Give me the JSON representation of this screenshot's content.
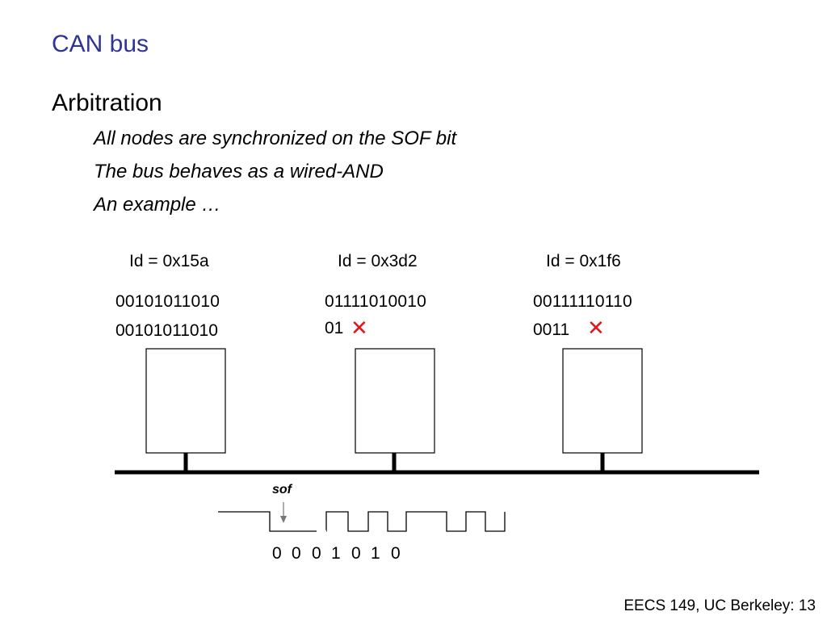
{
  "slide": {
    "title": "CAN bus",
    "heading": "Arbitration",
    "bullets": [
      "All nodes are synchronized on the SOF bit",
      "The bus behaves as a wired-AND",
      "An example …"
    ],
    "footer": "EECS 149, UC Berkeley: 13"
  },
  "nodes": [
    {
      "id_label": "Id = 0x15a",
      "bits": "00101011010",
      "sent": "00101011010",
      "lost": false
    },
    {
      "id_label": "Id = 0x3d2",
      "bits": "01111010010",
      "sent": "01",
      "lost": true
    },
    {
      "id_label": "Id = 0x1f6",
      "bits": "00111110110",
      "sent": "0011",
      "lost": true
    }
  ],
  "waveform": {
    "sof_label": "sof",
    "bits": [
      "0",
      "0",
      "0",
      "1",
      "0",
      "1",
      "0"
    ]
  },
  "colors": {
    "title": "#2f3590",
    "lost_mark": "#e0161c"
  },
  "icons": {
    "lost_mark": "x-mark-icon"
  }
}
